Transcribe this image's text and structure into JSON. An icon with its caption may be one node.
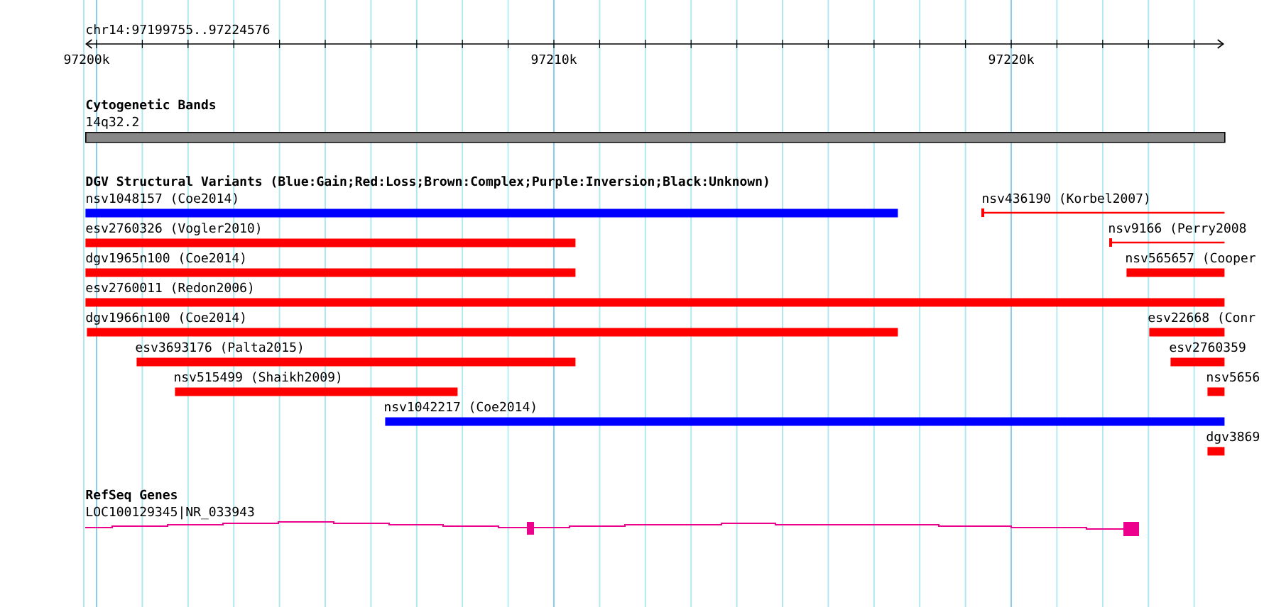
{
  "diagram": {
    "nodes": [
      {
        "text": [
          "14q32.2"
        ]
      },
      {
        "text": [
          "nsv1048157 (Coe2014)"
        ]
      },
      {
        "text": [
          "nsv436190 (Korbel2007)"
        ]
      },
      {
        "text": [
          "esv2760326 (Vogler2010)"
        ]
      },
      {
        "text": [
          "nsv9166 (Perry2008"
        ]
      },
      {
        "text": [
          "dgv1965n100 (Coe2014)"
        ]
      },
      {
        "text": [
          "nsv565657 (Cooper"
        ]
      },
      {
        "text": [
          "esv2760011 (Redon2006)"
        ]
      },
      {
        "text": [
          "dgv1966n100 (Coe2014)"
        ]
      },
      {
        "text": [
          "esv22668 (Conr"
        ]
      },
      {
        "text": [
          "esv3693176 (Palta2015)"
        ]
      },
      {
        "text": [
          "esv2760359"
        ]
      },
      {
        "text": [
          "nsv515499 (Shaikh2009)"
        ]
      },
      {
        "text": [
          "nsv5656"
        ]
      },
      {
        "text": [
          "nsv1042217 (Coe2014)"
        ]
      },
      {
        "text": [
          "dgv3869"
        ]
      },
      {
        "text": [
          "LOC100129345|NR_033943"
        ]
      }
    ],
    "labels": [
      "chr14:97199755..97224576",
      "97200k",
      "97210k",
      "97220k",
      "Cytogenetic Bands",
      "DGV Structural Variants (Blue:Gain;Red:Loss;Brown:Complex;Purple:Inversion;Black:Unknown)",
      "RefSeq Genes"
    ]
  }
}
